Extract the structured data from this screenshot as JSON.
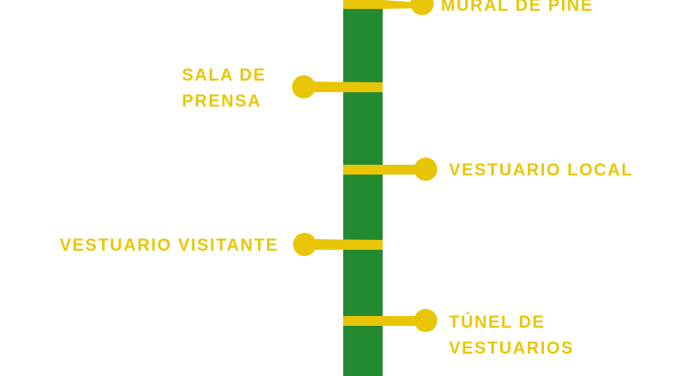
{
  "colors": {
    "line": "#248A30",
    "accent": "#E8C607",
    "background": "#FFFFFF"
  },
  "stops": [
    {
      "lines": [
        "MURAL DE PINE"
      ],
      "side": "right"
    },
    {
      "lines": [
        "SALA DE",
        "PRENSA"
      ],
      "side": "left"
    },
    {
      "lines": [
        "VESTUARIO LOCAL"
      ],
      "side": "right"
    },
    {
      "lines": [
        "VESTUARIO VISITANTE"
      ],
      "side": "left"
    },
    {
      "lines": [
        "TÚNEL DE",
        "VESTUARIOS"
      ],
      "side": "right"
    }
  ]
}
